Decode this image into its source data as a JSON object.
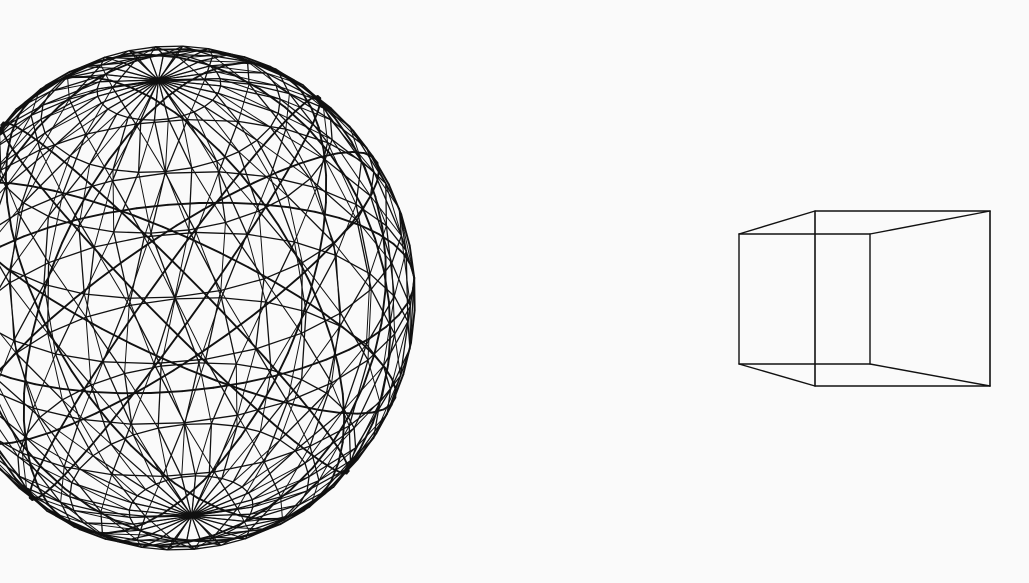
{
  "scene": {
    "background_color": "#fafafa",
    "line_color": "#111111",
    "objects": [
      {
        "id": "sphere",
        "shape": "sphere",
        "render_style": "wireframe",
        "mesh": "geodesic"
      },
      {
        "id": "cube",
        "shape": "cube",
        "render_style": "wireframe"
      }
    ]
  }
}
